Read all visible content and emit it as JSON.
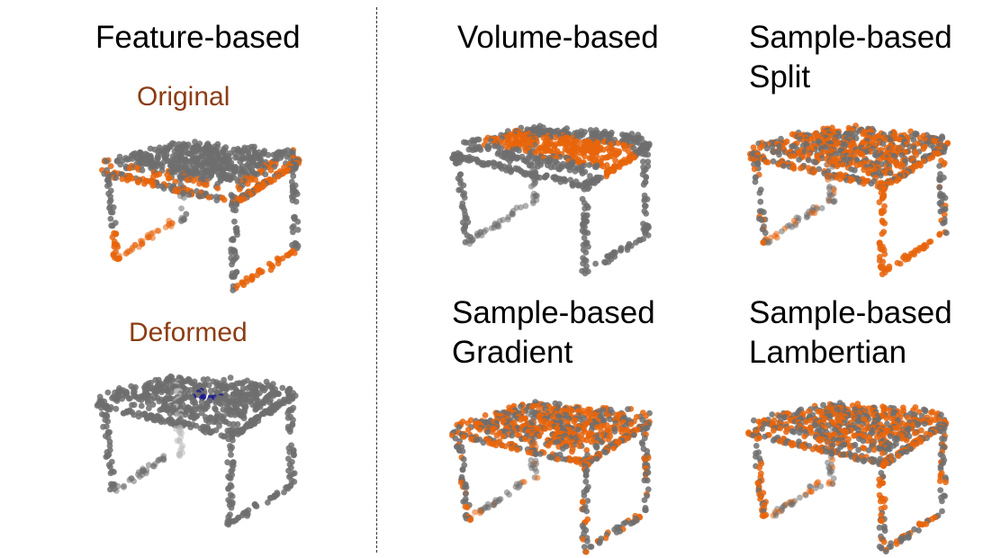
{
  "left_column": {
    "title": "Feature-based",
    "original_label": "Original",
    "deformed_label": "Deformed"
  },
  "panels": {
    "volume": {
      "title": "Volume-based",
      "subtitle": ""
    },
    "split": {
      "title": "Sample-based",
      "subtitle": "Split"
    },
    "gradient": {
      "title": "Sample-based",
      "subtitle": "Gradient"
    },
    "lambertian": {
      "title": "Sample-based",
      "subtitle": "Lambertian"
    }
  },
  "colors": {
    "point_gray": "#6f6f6f",
    "point_light_gray": "#bdbdbd",
    "point_orange": "#e8650c",
    "point_navy": "#1a1a8c",
    "label_brown": "#8b3d14",
    "divider": "#333333"
  }
}
